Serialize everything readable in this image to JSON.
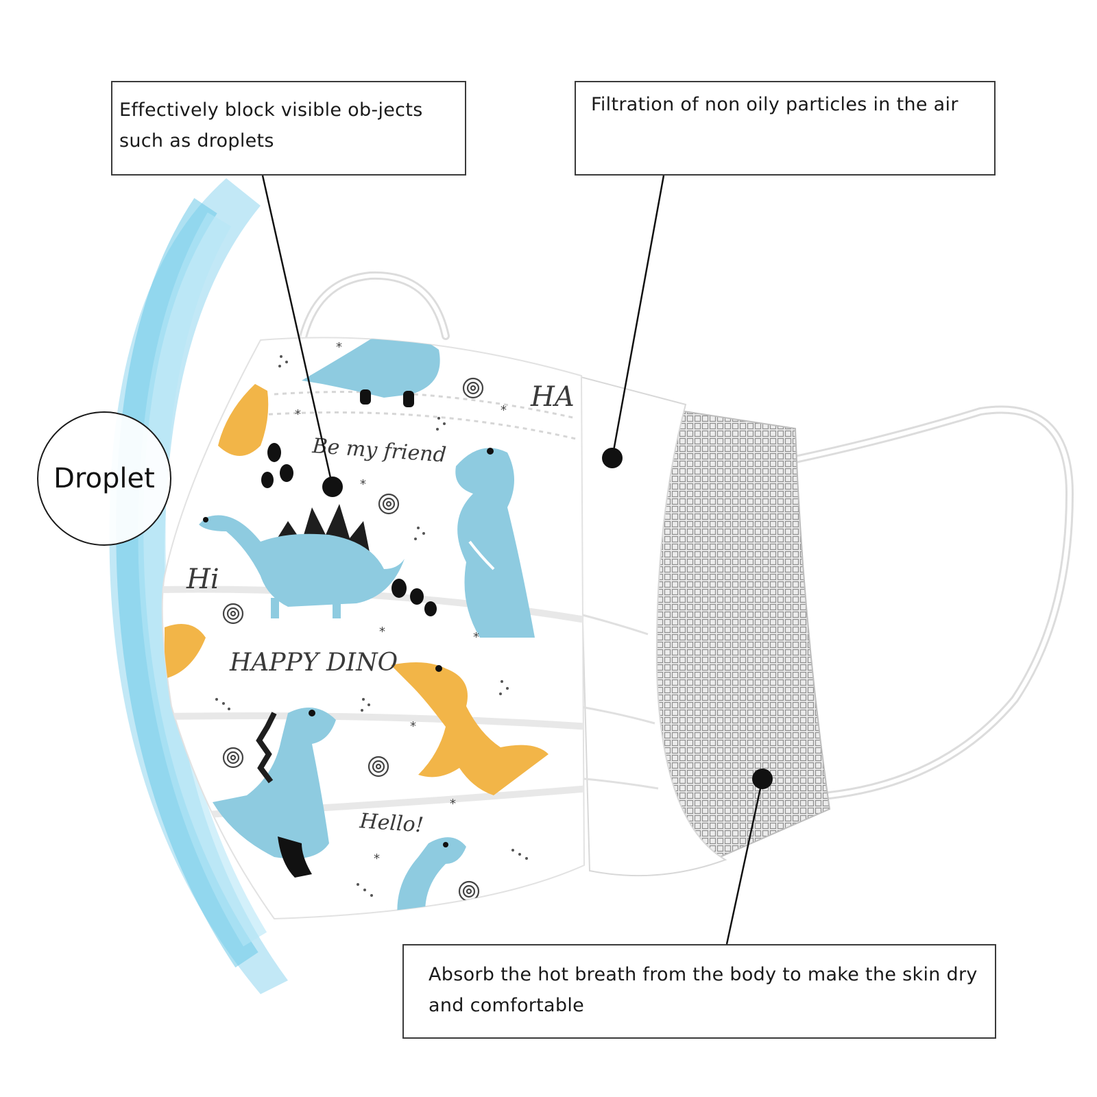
{
  "callouts": [
    {
      "id": "block-droplets",
      "text": "Effectively block visible ob-jects such as droplets"
    },
    {
      "id": "filtration",
      "text": "Filtration of non oily particles in the air"
    },
    {
      "id": "absorb-breath",
      "text": "Absorb the hot breath from the body to make the skin dry and comfortable"
    }
  ],
  "droplet_label": "Droplet",
  "mask_print_text": {
    "be_my_friend": "Be my friend",
    "hi": "Hi",
    "happy_dino": "HAPPY DINO",
    "hello": "Hello!",
    "ha": "HA"
  },
  "colors": {
    "mist": "#7fd0ec",
    "dino_blue": "#8ecbe0",
    "dino_orange": "#f2b548",
    "mesh": "#9a9a9a",
    "outline": "#1a1a1a"
  },
  "icons": [
    "droplet-circle",
    "callout-dot",
    "dinosaur",
    "spiral",
    "paw-print",
    "star"
  ]
}
